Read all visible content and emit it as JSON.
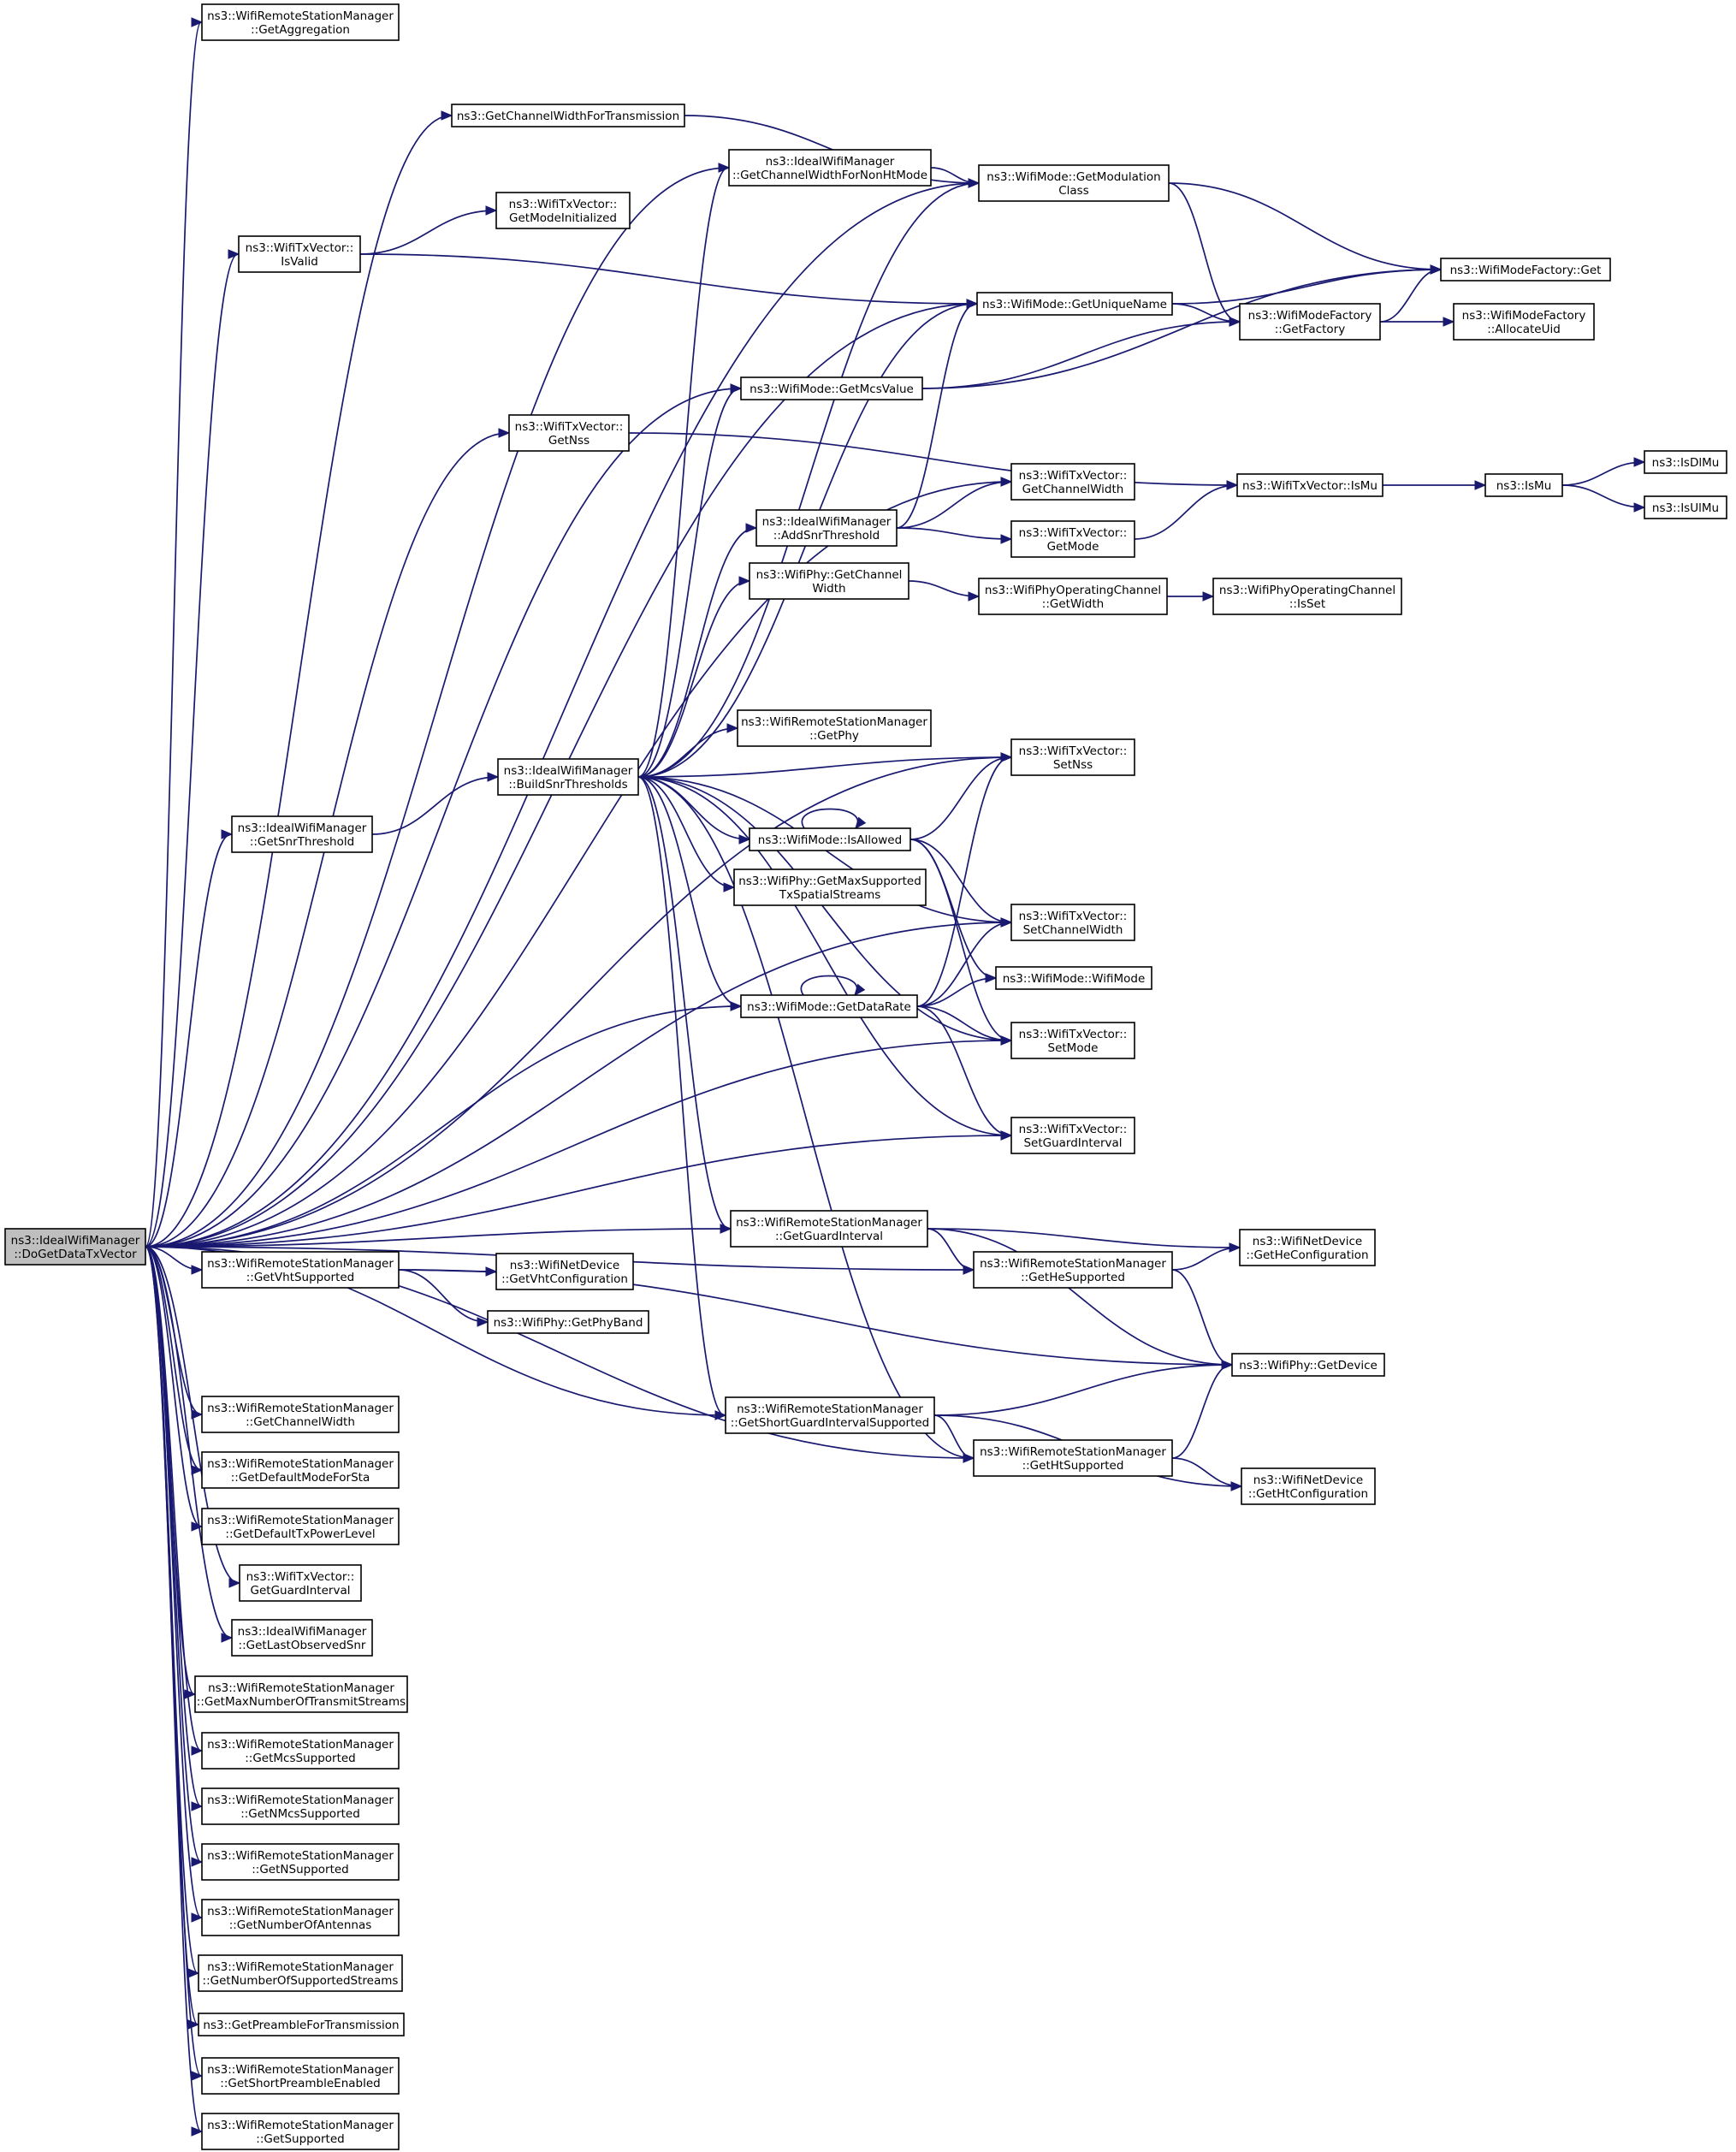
{
  "nodes": [
    {
      "id": "root",
      "lines": [
        "ns3::IdealWifiManager",
        "::DoGetDataTxVector"
      ]
    },
    {
      "id": "getAggregation",
      "lines": [
        "ns3::WifiRemoteStationManager",
        "::GetAggregation"
      ]
    },
    {
      "id": "getChannelWidthForTransmission",
      "lines": [
        "ns3::GetChannelWidthForTransmission"
      ]
    },
    {
      "id": "getChannelWidthForNonHtMode",
      "lines": [
        "ns3::IdealWifiManager",
        "::GetChannelWidthForNonHtMode"
      ]
    },
    {
      "id": "getModulationClass",
      "lines": [
        "ns3::WifiMode::GetModulation",
        "Class"
      ]
    },
    {
      "id": "wifiModeFactoryGet",
      "lines": [
        "ns3::WifiModeFactory::Get"
      ]
    },
    {
      "id": "txvGetModeInitialized",
      "lines": [
        "ns3::WifiTxVector::",
        "GetModeInitialized"
      ]
    },
    {
      "id": "txvIsValid",
      "lines": [
        "ns3::WifiTxVector::",
        "IsValid"
      ]
    },
    {
      "id": "getUniqueName",
      "lines": [
        "ns3::WifiMode::GetUniqueName"
      ]
    },
    {
      "id": "getFactory",
      "lines": [
        "ns3::WifiModeFactory",
        "::GetFactory"
      ]
    },
    {
      "id": "allocateUid",
      "lines": [
        "ns3::WifiModeFactory",
        "::AllocateUid"
      ]
    },
    {
      "id": "getMcsValue",
      "lines": [
        "ns3::WifiMode::GetMcsValue"
      ]
    },
    {
      "id": "txvGetNss",
      "lines": [
        "ns3::WifiTxVector::",
        "GetNss"
      ]
    },
    {
      "id": "txvIsMu",
      "lines": [
        "ns3::WifiTxVector::IsMu"
      ]
    },
    {
      "id": "isMu",
      "lines": [
        "ns3::IsMu"
      ]
    },
    {
      "id": "isDlMu",
      "lines": [
        "ns3::IsDlMu"
      ]
    },
    {
      "id": "isUlMu",
      "lines": [
        "ns3::IsUlMu"
      ]
    },
    {
      "id": "txvGetChannelWidth",
      "lines": [
        "ns3::WifiTxVector::",
        "GetChannelWidth"
      ]
    },
    {
      "id": "addSnrThreshold",
      "lines": [
        "ns3::IdealWifiManager",
        "::AddSnrThreshold"
      ]
    },
    {
      "id": "txvGetMode",
      "lines": [
        "ns3::WifiTxVector::",
        "GetMode"
      ]
    },
    {
      "id": "phyGetChannelWidth",
      "lines": [
        "ns3::WifiPhy::GetChannel",
        "Width"
      ]
    },
    {
      "id": "opChanGetWidth",
      "lines": [
        "ns3::WifiPhyOperatingChannel",
        "::GetWidth"
      ]
    },
    {
      "id": "opChanIsSet",
      "lines": [
        "ns3::WifiPhyOperatingChannel",
        "::IsSet"
      ]
    },
    {
      "id": "rsmGetPhy",
      "lines": [
        "ns3::WifiRemoteStationManager",
        "::GetPhy"
      ]
    },
    {
      "id": "txvSetNss",
      "lines": [
        "ns3::WifiTxVector::",
        "SetNss"
      ]
    },
    {
      "id": "getSnrThreshold",
      "lines": [
        "ns3::IdealWifiManager",
        "::GetSnrThreshold"
      ]
    },
    {
      "id": "buildSnrThresholds",
      "lines": [
        "ns3::IdealWifiManager",
        "::BuildSnrThresholds"
      ]
    },
    {
      "id": "isAllowed",
      "lines": [
        "ns3::WifiMode::IsAllowed"
      ]
    },
    {
      "id": "getMaxSupportedTxSpatialStreams",
      "lines": [
        "ns3::WifiPhy::GetMaxSupported",
        "TxSpatialStreams"
      ]
    },
    {
      "id": "txvSetChannelWidth",
      "lines": [
        "ns3::WifiTxVector::",
        "SetChannelWidth"
      ]
    },
    {
      "id": "wifiModeCtor",
      "lines": [
        "ns3::WifiMode::WifiMode"
      ]
    },
    {
      "id": "getDataRate",
      "lines": [
        "ns3::WifiMode::GetDataRate"
      ]
    },
    {
      "id": "txvSetMode",
      "lines": [
        "ns3::WifiTxVector::",
        "SetMode"
      ]
    },
    {
      "id": "txvSetGuardInterval",
      "lines": [
        "ns3::WifiTxVector::",
        "SetGuardInterval"
      ]
    },
    {
      "id": "rsmGetGuardInterval",
      "lines": [
        "ns3::WifiRemoteStationManager",
        "::GetGuardInterval"
      ]
    },
    {
      "id": "netDevGetHeConfiguration",
      "lines": [
        "ns3::WifiNetDevice",
        "::GetHeConfiguration"
      ]
    },
    {
      "id": "rsmGetHeSupported",
      "lines": [
        "ns3::WifiRemoteStationManager",
        "::GetHeSupported"
      ]
    },
    {
      "id": "rsmGetVhtSupported",
      "lines": [
        "ns3::WifiRemoteStationManager",
        "::GetVhtSupported"
      ]
    },
    {
      "id": "netDevGetVhtConfiguration",
      "lines": [
        "ns3::WifiNetDevice",
        "::GetVhtConfiguration"
      ]
    },
    {
      "id": "phyGetPhyBand",
      "lines": [
        "ns3::WifiPhy::GetPhyBand"
      ]
    },
    {
      "id": "phyGetDevice",
      "lines": [
        "ns3::WifiPhy::GetDevice"
      ]
    },
    {
      "id": "rsmGetShortGuardIntervalSupported",
      "lines": [
        "ns3::WifiRemoteStationManager",
        "::GetShortGuardIntervalSupported"
      ]
    },
    {
      "id": "rsmGetHtSupported",
      "lines": [
        "ns3::WifiRemoteStationManager",
        "::GetHtSupported"
      ]
    },
    {
      "id": "netDevGetHtConfiguration",
      "lines": [
        "ns3::WifiNetDevice",
        "::GetHtConfiguration"
      ]
    },
    {
      "id": "rsmGetChannelWidth",
      "lines": [
        "ns3::WifiRemoteStationManager",
        "::GetChannelWidth"
      ]
    },
    {
      "id": "rsmGetDefaultModeForSta",
      "lines": [
        "ns3::WifiRemoteStationManager",
        "::GetDefaultModeForSta"
      ]
    },
    {
      "id": "rsmGetDefaultTxPowerLevel",
      "lines": [
        "ns3::WifiRemoteStationManager",
        "::GetDefaultTxPowerLevel"
      ]
    },
    {
      "id": "txvGetGuardInterval",
      "lines": [
        "ns3::WifiTxVector::",
        "GetGuardInterval"
      ]
    },
    {
      "id": "getLastObservedSnr",
      "lines": [
        "ns3::IdealWifiManager",
        "::GetLastObservedSnr"
      ]
    },
    {
      "id": "rsmGetMaxNumberOfTransmitStreams",
      "lines": [
        "ns3::WifiRemoteStationManager",
        "::GetMaxNumberOfTransmitStreams"
      ]
    },
    {
      "id": "rsmGetMcsSupported",
      "lines": [
        "ns3::WifiRemoteStationManager",
        "::GetMcsSupported"
      ]
    },
    {
      "id": "rsmGetNMcsSupported",
      "lines": [
        "ns3::WifiRemoteStationManager",
        "::GetNMcsSupported"
      ]
    },
    {
      "id": "rsmGetNSupported",
      "lines": [
        "ns3::WifiRemoteStationManager",
        "::GetNSupported"
      ]
    },
    {
      "id": "rsmGetNumberOfAntennas",
      "lines": [
        "ns3::WifiRemoteStationManager",
        "::GetNumberOfAntennas"
      ]
    },
    {
      "id": "rsmGetNumberOfSupportedStreams",
      "lines": [
        "ns3::WifiRemoteStationManager",
        "::GetNumberOfSupportedStreams"
      ]
    },
    {
      "id": "getPreambleForTransmission",
      "lines": [
        "ns3::GetPreambleForTransmission"
      ]
    },
    {
      "id": "rsmGetShortPreambleEnabled",
      "lines": [
        "ns3::WifiRemoteStationManager",
        "::GetShortPreambleEnabled"
      ]
    },
    {
      "id": "rsmGetSupported",
      "lines": [
        "ns3::WifiRemoteStationManager",
        "::GetSupported"
      ]
    }
  ],
  "edges": [
    [
      "root",
      "getAggregation"
    ],
    [
      "root",
      "getChannelWidthForTransmission"
    ],
    [
      "root",
      "getModulationClass"
    ],
    [
      "root",
      "getChannelWidthForNonHtMode"
    ],
    [
      "root",
      "txvIsValid"
    ],
    [
      "root",
      "getUniqueName"
    ],
    [
      "root",
      "getMcsValue"
    ],
    [
      "root",
      "txvGetNss"
    ],
    [
      "root",
      "txvGetChannelWidth"
    ],
    [
      "root",
      "txvSetNss"
    ],
    [
      "root",
      "getSnrThreshold"
    ],
    [
      "root",
      "txvSetChannelWidth"
    ],
    [
      "root",
      "getDataRate"
    ],
    [
      "root",
      "txvSetMode"
    ],
    [
      "root",
      "txvSetGuardInterval"
    ],
    [
      "root",
      "rsmGetGuardInterval"
    ],
    [
      "root",
      "rsmGetHeSupported"
    ],
    [
      "root",
      "rsmGetVhtSupported"
    ],
    [
      "root",
      "rsmGetShortGuardIntervalSupported"
    ],
    [
      "root",
      "rsmGetHtSupported"
    ],
    [
      "root",
      "rsmGetChannelWidth"
    ],
    [
      "root",
      "rsmGetDefaultModeForSta"
    ],
    [
      "root",
      "rsmGetDefaultTxPowerLevel"
    ],
    [
      "root",
      "txvGetGuardInterval"
    ],
    [
      "root",
      "getLastObservedSnr"
    ],
    [
      "root",
      "rsmGetMaxNumberOfTransmitStreams"
    ],
    [
      "root",
      "rsmGetMcsSupported"
    ],
    [
      "root",
      "rsmGetNMcsSupported"
    ],
    [
      "root",
      "rsmGetNSupported"
    ],
    [
      "root",
      "rsmGetNumberOfAntennas"
    ],
    [
      "root",
      "rsmGetNumberOfSupportedStreams"
    ],
    [
      "root",
      "getPreambleForTransmission"
    ],
    [
      "root",
      "rsmGetShortPreambleEnabled"
    ],
    [
      "root",
      "rsmGetSupported"
    ],
    [
      "getChannelWidthForTransmission",
      "getModulationClass"
    ],
    [
      "getChannelWidthForNonHtMode",
      "getModulationClass"
    ],
    [
      "getModulationClass",
      "wifiModeFactoryGet"
    ],
    [
      "getModulationClass",
      "getFactory"
    ],
    [
      "txvIsValid",
      "txvGetModeInitialized"
    ],
    [
      "txvIsValid",
      "getUniqueName"
    ],
    [
      "getUniqueName",
      "wifiModeFactoryGet"
    ],
    [
      "getUniqueName",
      "getFactory"
    ],
    [
      "getFactory",
      "wifiModeFactoryGet"
    ],
    [
      "getFactory",
      "allocateUid"
    ],
    [
      "getMcsValue",
      "getFactory"
    ],
    [
      "getMcsValue",
      "wifiModeFactoryGet"
    ],
    [
      "txvGetNss",
      "txvIsMu"
    ],
    [
      "txvIsMu",
      "isMu"
    ],
    [
      "isMu",
      "isDlMu"
    ],
    [
      "isMu",
      "isUlMu"
    ],
    [
      "addSnrThreshold",
      "getUniqueName"
    ],
    [
      "addSnrThreshold",
      "txvGetChannelWidth"
    ],
    [
      "addSnrThreshold",
      "txvGetMode"
    ],
    [
      "txvGetMode",
      "txvIsMu"
    ],
    [
      "phyGetChannelWidth",
      "opChanGetWidth"
    ],
    [
      "opChanGetWidth",
      "opChanIsSet"
    ],
    [
      "getSnrThreshold",
      "buildSnrThresholds"
    ],
    [
      "buildSnrThresholds",
      "getChannelWidthForNonHtMode"
    ],
    [
      "buildSnrThresholds",
      "getModulationClass"
    ],
    [
      "buildSnrThresholds",
      "getUniqueName"
    ],
    [
      "buildSnrThresholds",
      "getMcsValue"
    ],
    [
      "buildSnrThresholds",
      "addSnrThreshold"
    ],
    [
      "buildSnrThresholds",
      "phyGetChannelWidth"
    ],
    [
      "buildSnrThresholds",
      "rsmGetPhy"
    ],
    [
      "buildSnrThresholds",
      "txvSetNss"
    ],
    [
      "buildSnrThresholds",
      "isAllowed"
    ],
    [
      "buildSnrThresholds",
      "getMaxSupportedTxSpatialStreams"
    ],
    [
      "buildSnrThresholds",
      "txvSetChannelWidth"
    ],
    [
      "buildSnrThresholds",
      "getDataRate"
    ],
    [
      "buildSnrThresholds",
      "txvSetMode"
    ],
    [
      "buildSnrThresholds",
      "txvSetGuardInterval"
    ],
    [
      "buildSnrThresholds",
      "rsmGetGuardInterval"
    ],
    [
      "buildSnrThresholds",
      "rsmGetShortGuardIntervalSupported"
    ],
    [
      "buildSnrThresholds",
      "rsmGetHtSupported"
    ],
    [
      "isAllowed",
      "isAllowed"
    ],
    [
      "isAllowed",
      "txvSetNss"
    ],
    [
      "isAllowed",
      "txvSetChannelWidth"
    ],
    [
      "isAllowed",
      "wifiModeCtor"
    ],
    [
      "isAllowed",
      "txvSetMode"
    ],
    [
      "getDataRate",
      "getDataRate"
    ],
    [
      "getDataRate",
      "txvSetNss"
    ],
    [
      "getDataRate",
      "txvSetChannelWidth"
    ],
    [
      "getDataRate",
      "wifiModeCtor"
    ],
    [
      "getDataRate",
      "txvSetMode"
    ],
    [
      "getDataRate",
      "txvSetGuardInterval"
    ],
    [
      "rsmGetGuardInterval",
      "netDevGetHeConfiguration"
    ],
    [
      "rsmGetGuardInterval",
      "rsmGetHeSupported"
    ],
    [
      "rsmGetGuardInterval",
      "phyGetDevice"
    ],
    [
      "rsmGetHeSupported",
      "netDevGetHeConfiguration"
    ],
    [
      "rsmGetHeSupported",
      "phyGetDevice"
    ],
    [
      "rsmGetVhtSupported",
      "netDevGetVhtConfiguration"
    ],
    [
      "rsmGetVhtSupported",
      "phyGetPhyBand"
    ],
    [
      "rsmGetVhtSupported",
      "phyGetDevice"
    ],
    [
      "rsmGetShortGuardIntervalSupported",
      "phyGetDevice"
    ],
    [
      "rsmGetShortGuardIntervalSupported",
      "rsmGetHtSupported"
    ],
    [
      "rsmGetShortGuardIntervalSupported",
      "netDevGetHtConfiguration"
    ],
    [
      "rsmGetHtSupported",
      "phyGetDevice"
    ],
    [
      "rsmGetHtSupported",
      "netDevGetHtConfiguration"
    ]
  ]
}
